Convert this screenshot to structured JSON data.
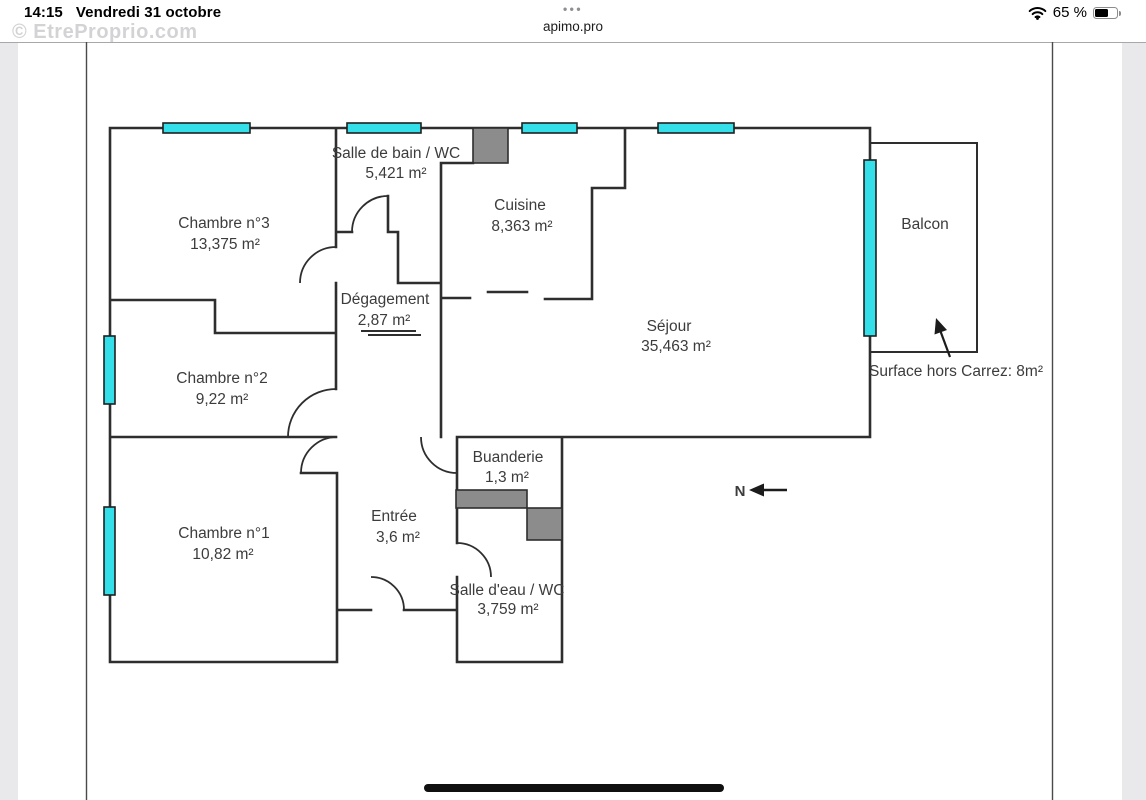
{
  "status_bar": {
    "time": "14:15",
    "date": "Vendredi 31 octobre",
    "overflow_dots": "•••",
    "site": "apimo.pro",
    "battery": "65 %"
  },
  "watermark": "© EtreProprio.com",
  "plan": {
    "rooms": [
      {
        "name": "Chambre n°3",
        "area": "13,375 m²"
      },
      {
        "name": "Salle de bain / WC",
        "area": "5,421 m²"
      },
      {
        "name": "Cuisine",
        "area": "8,363 m²"
      },
      {
        "name": "Dégagement",
        "area": "2,87 m²"
      },
      {
        "name": "Séjour",
        "area": "35,463 m²"
      },
      {
        "name": "Chambre n°2",
        "area": "9,22 m²"
      },
      {
        "name": "Chambre n°1",
        "area": "10,82 m²"
      },
      {
        "name": "Entrée",
        "area": "3,6 m²"
      },
      {
        "name": "Buanderie",
        "area": "1,3 m²"
      },
      {
        "name": "Salle d'eau / WC",
        "area": "3,759 m²"
      },
      {
        "name": "Balcon",
        "area": ""
      }
    ],
    "north_label": "N",
    "annotation": "Surface hors Carrez: 8m²"
  },
  "colors": {
    "window": "#35dfe9",
    "wall": "#2e2e2e",
    "duct": "#8c8c8c",
    "scalebar": "#101010"
  }
}
